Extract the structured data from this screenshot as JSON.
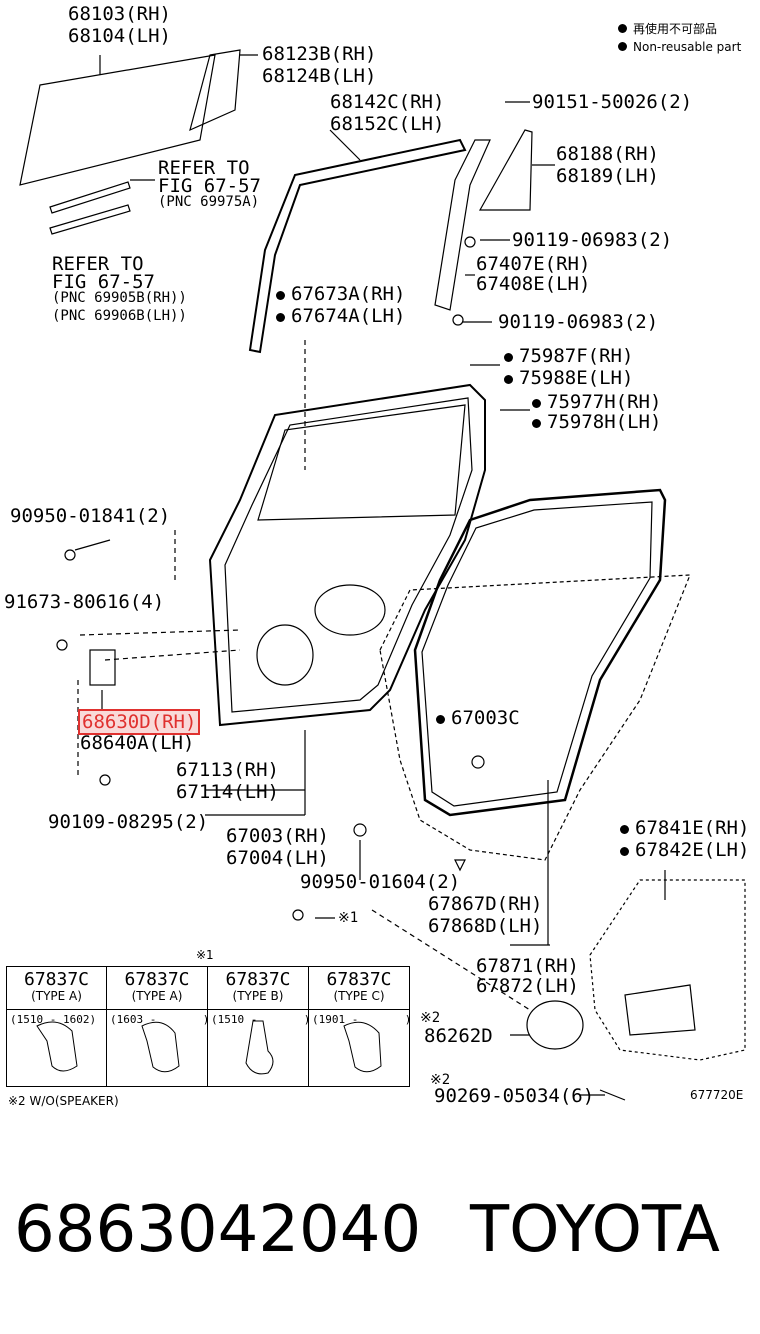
{
  "legend": {
    "reuse_jp": "再使用不可部品",
    "reuse_en": "Non-reusable part"
  },
  "labels": {
    "l68103": "68103(RH)",
    "l68104": "68104(LH)",
    "l68123": "68123B(RH)",
    "l68124": "68124B(LH)",
    "l68142": "68142C(RH)",
    "l68152": "68152C(LH)",
    "l90151": "90151-50026(2)",
    "refer1a": "REFER TO",
    "refer1b": "FIG 67-57",
    "refer1c": "(PNC 69975A)",
    "l68188": "68188(RH)",
    "l68189": "68189(LH)",
    "refer2a": "REFER TO",
    "refer2b": "FIG 67-57",
    "refer2c": "(PNC 69905B(RH))",
    "refer2d": "(PNC 69906B(LH))",
    "l90119a": "90119-06983(2)",
    "l67407": "67407E(RH)",
    "l67408": "67408E(LH)",
    "l67673": "67673A(RH)",
    "l67674": "67674A(LH)",
    "l90119b": "90119-06983(2)",
    "l75987": "75987F(RH)",
    "l75988": "75988E(LH)",
    "l75977": "75977H(RH)",
    "l75978": "75978H(LH)",
    "l90950a": "90950-01841(2)",
    "l91673": "91673-80616(4)",
    "l68630": "68630D(RH)",
    "l68640": "68640A(LH)",
    "l67003c": "67003C",
    "l67113": "67113(RH)",
    "l67114": "67114(LH)",
    "l90109": "90109-08295(2)",
    "l67003": "67003(RH)",
    "l67004": "67004(LH)",
    "l90950b": "90950-01604(2)",
    "l67841": "67841E(RH)",
    "l67842": "67842E(LH)",
    "l67867": "67867D(RH)",
    "l67868": "67868D(LH)",
    "mark1": "※1",
    "l67871": "67871(RH)",
    "l67872": "67872(LH)",
    "mark2a": "※2",
    "l86262": "86262D",
    "mark2b": "※2",
    "l90269": "90269-05034(6)",
    "figno": "677720E",
    "table_mark": "※1",
    "footnote": "※2 W/O(SPEAKER)"
  },
  "table": [
    {
      "part": "67837C",
      "type": "(TYPE A)",
      "range": "(1510 - 1602)"
    },
    {
      "part": "67837C",
      "type": "(TYPE A)",
      "range": "(1603 -       )"
    },
    {
      "part": "67837C",
      "type": "(TYPE B)",
      "range": "(1510 -       )"
    },
    {
      "part": "67837C",
      "type": "(TYPE C)",
      "range": "(1901 -       )"
    }
  ],
  "footer": {
    "part_number": "6863042040",
    "brand": "TOYOTA"
  },
  "colors": {
    "highlight": "#e0312f",
    "ink": "#000000"
  }
}
